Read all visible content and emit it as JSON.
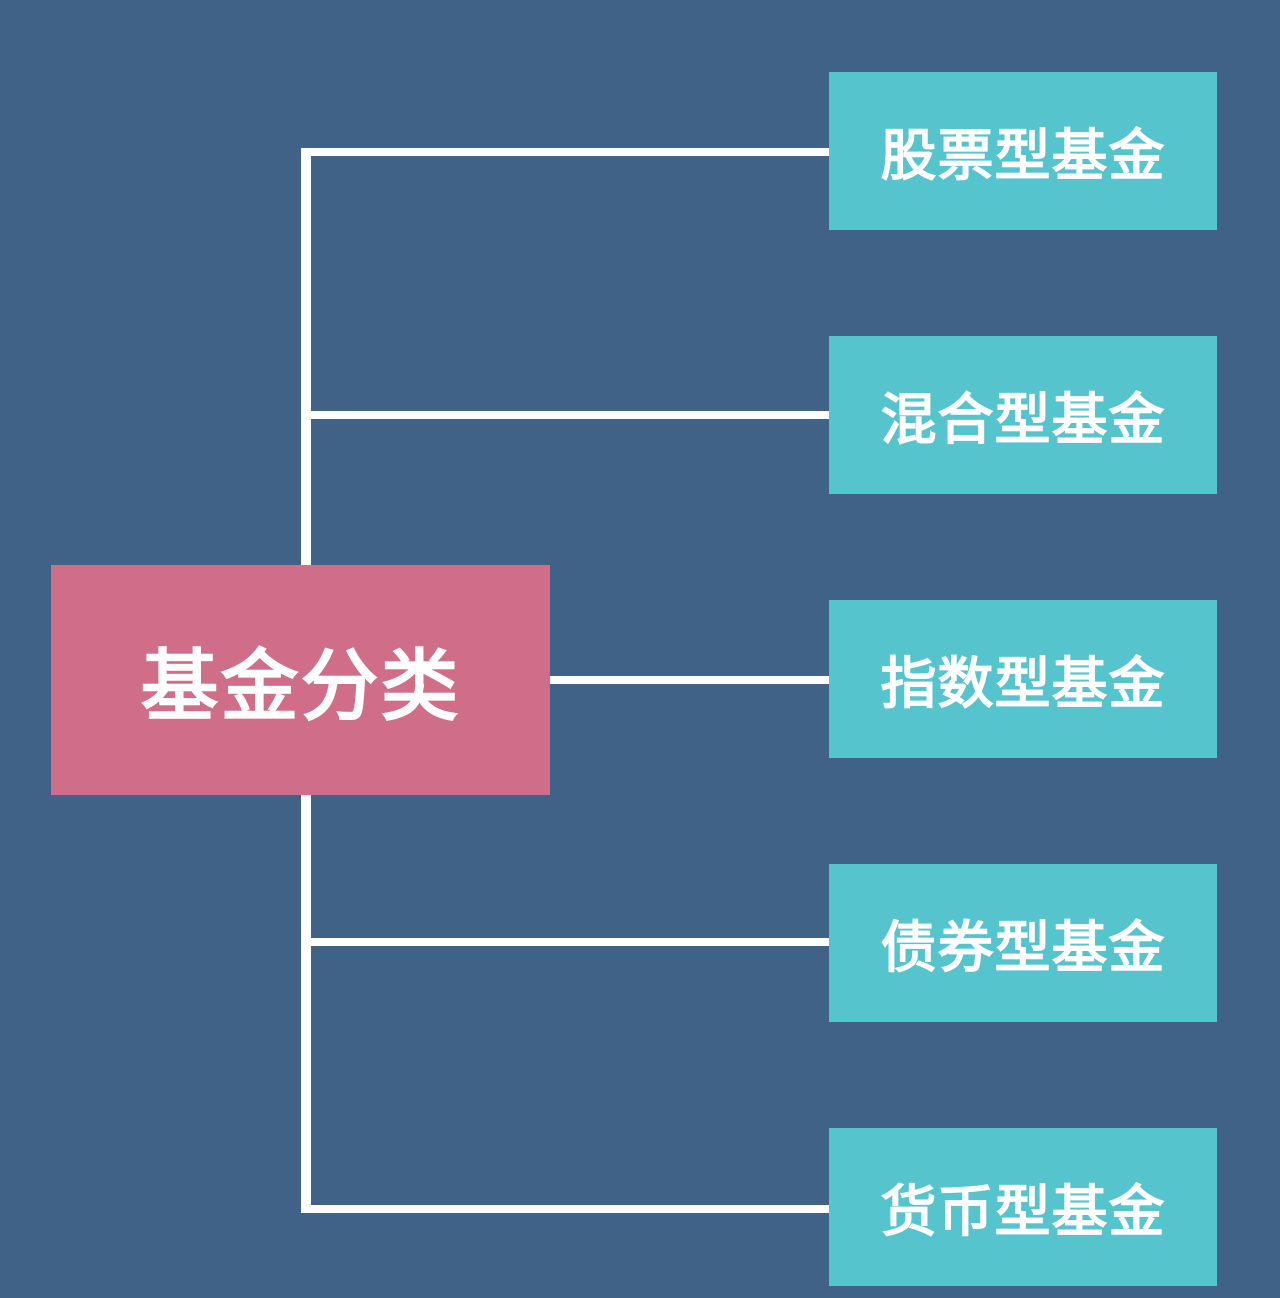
{
  "diagram": {
    "root": {
      "label": "基金分类",
      "color": "#d06d88"
    },
    "children": [
      {
        "label": "股票型基金"
      },
      {
        "label": "混合型基金"
      },
      {
        "label": "指数型基金"
      },
      {
        "label": "债券型基金"
      },
      {
        "label": "货币型基金"
      }
    ],
    "colors": {
      "background": "#3f6286",
      "child_box": "#55c4cd",
      "connector": "#ffffff",
      "text": "#ffffff"
    }
  }
}
